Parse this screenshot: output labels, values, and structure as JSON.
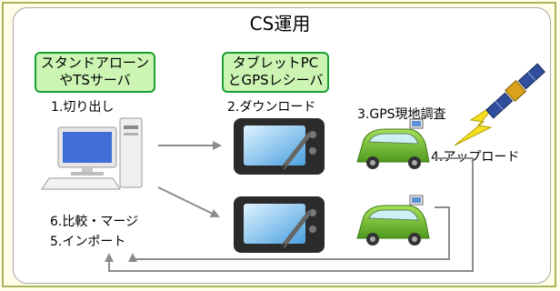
{
  "title": "CS運用",
  "boxes": {
    "standalone": [
      "スタンドアローン",
      "やTSサーバ"
    ],
    "tablet": [
      "タブレットPC",
      "とGPSレシーバ"
    ]
  },
  "labels": {
    "cutout": "1.切り出し",
    "download": "2.ダウンロード",
    "survey": "3.GPS現地調査",
    "upload": "4.アップロード",
    "compare_merge": "6.比較・マージ",
    "import": "5.インポート"
  },
  "colors": {
    "frame": "#a7b55b",
    "box_fill": "#ccf5b4",
    "box_border": "#1a9e33",
    "arrow": "#8c8c8c",
    "car": "#7cc23b"
  },
  "icons": [
    "desktop-pc-icon",
    "tablet-pen-icon",
    "gps-car-icon",
    "satellite-icon",
    "lightning-icon"
  ]
}
